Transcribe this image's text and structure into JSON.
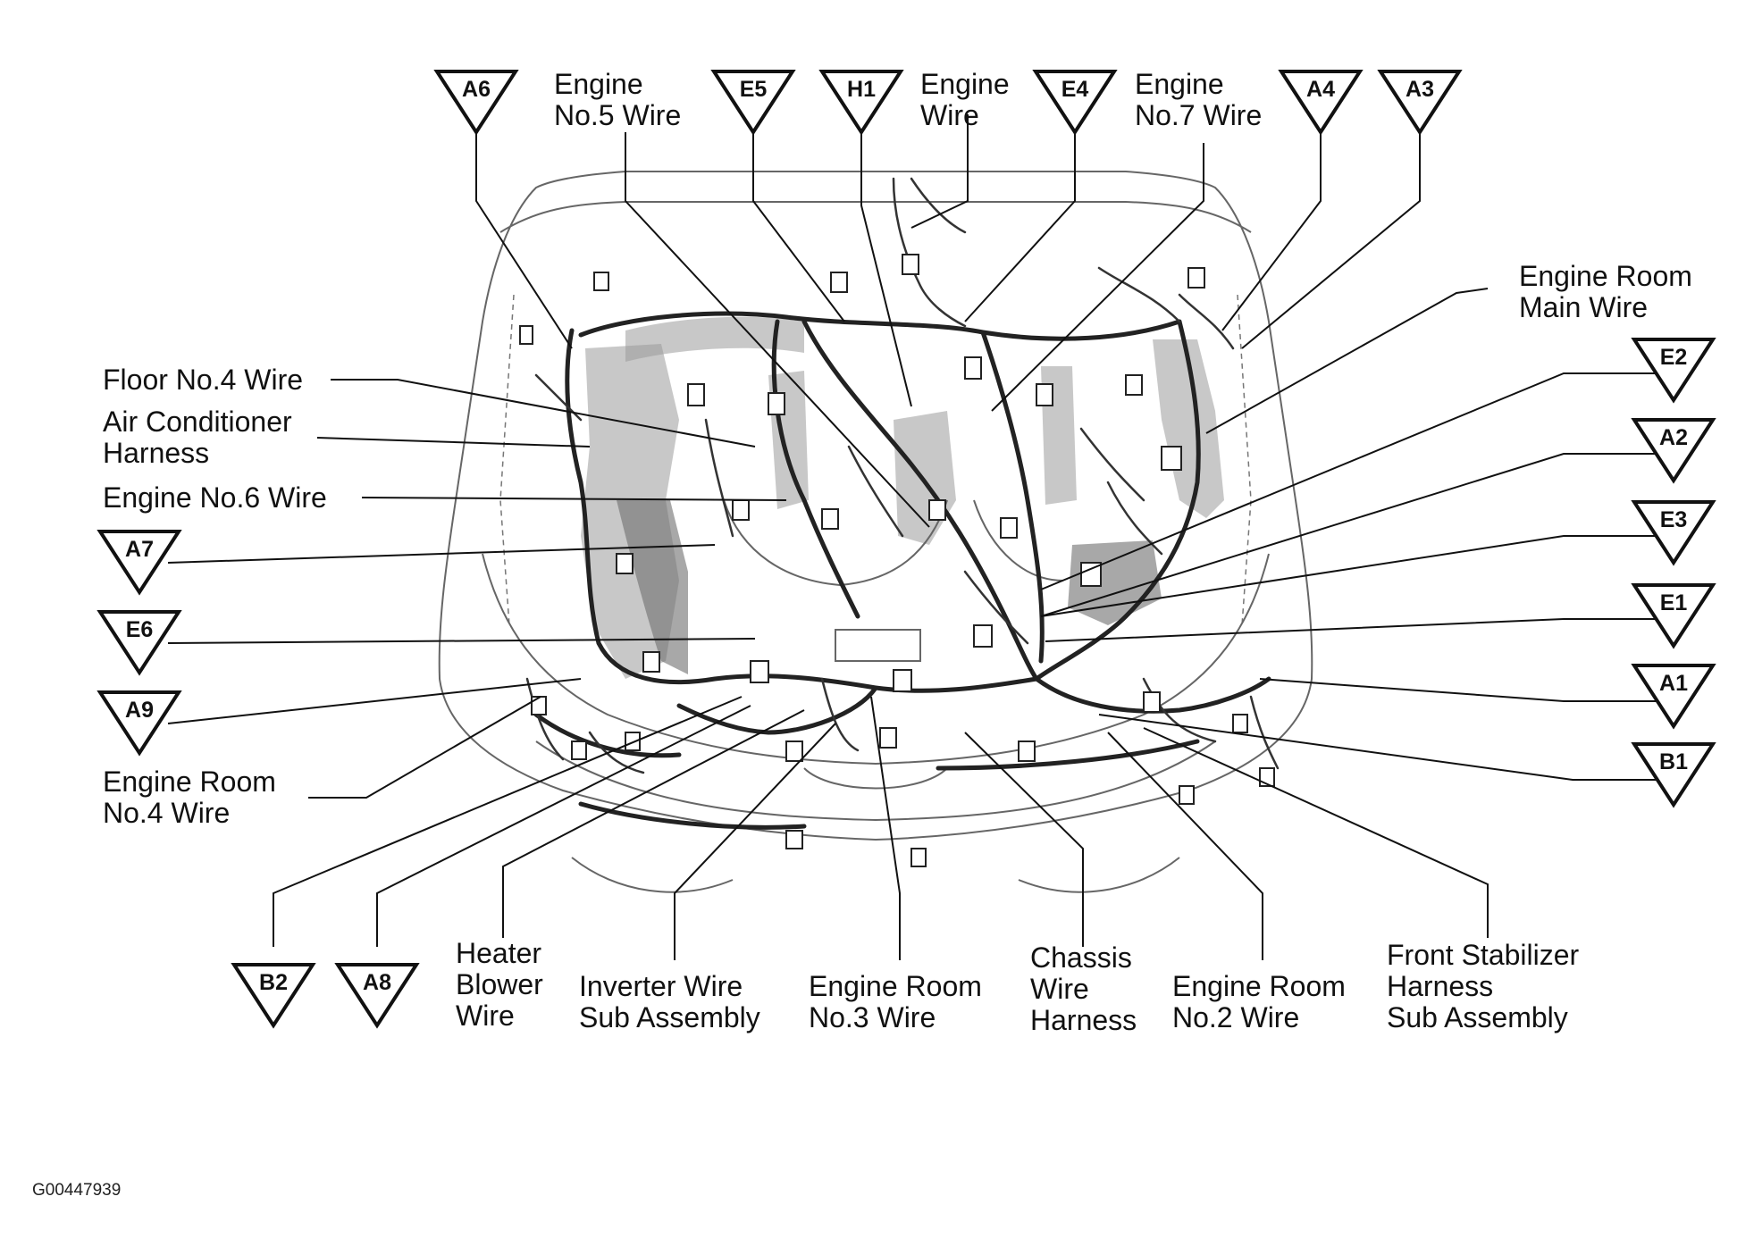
{
  "connectors": [
    {
      "id": "A6"
    },
    {
      "id": "E5"
    },
    {
      "id": "H1"
    },
    {
      "id": "E4"
    },
    {
      "id": "A4"
    },
    {
      "id": "A3"
    },
    {
      "id": "E2"
    },
    {
      "id": "A2"
    },
    {
      "id": "E3"
    },
    {
      "id": "E1"
    },
    {
      "id": "A1"
    },
    {
      "id": "B1"
    },
    {
      "id": "A7"
    },
    {
      "id": "E6"
    },
    {
      "id": "A9"
    },
    {
      "id": "B2"
    },
    {
      "id": "A8"
    }
  ],
  "labels": [
    {
      "lines": [
        "Engine",
        "No.5 Wire"
      ]
    },
    {
      "lines": [
        "Engine",
        "Wire"
      ]
    },
    {
      "lines": [
        "Engine",
        "No.7 Wire"
      ]
    },
    {
      "lines": [
        "Engine Room",
        "Main Wire"
      ]
    },
    {
      "lines": [
        "Floor No.4 Wire"
      ]
    },
    {
      "lines": [
        "Air Conditioner",
        "Harness"
      ]
    },
    {
      "lines": [
        "Engine No.6 Wire"
      ]
    },
    {
      "lines": [
        "Engine Room",
        "No.4 Wire"
      ]
    },
    {
      "lines": [
        "Heater",
        "Blower",
        "Wire"
      ]
    },
    {
      "lines": [
        "Inverter Wire",
        "Sub Assembly"
      ]
    },
    {
      "lines": [
        "Engine Room",
        "No.3 Wire"
      ]
    },
    {
      "lines": [
        "Chassis",
        "Wire",
        "Harness"
      ]
    },
    {
      "lines": [
        "Engine Room",
        "No.2 Wire"
      ]
    },
    {
      "lines": [
        "Front Stabilizer",
        "Harness",
        "Sub Assembly"
      ]
    }
  ],
  "figure_code": "G00447939"
}
